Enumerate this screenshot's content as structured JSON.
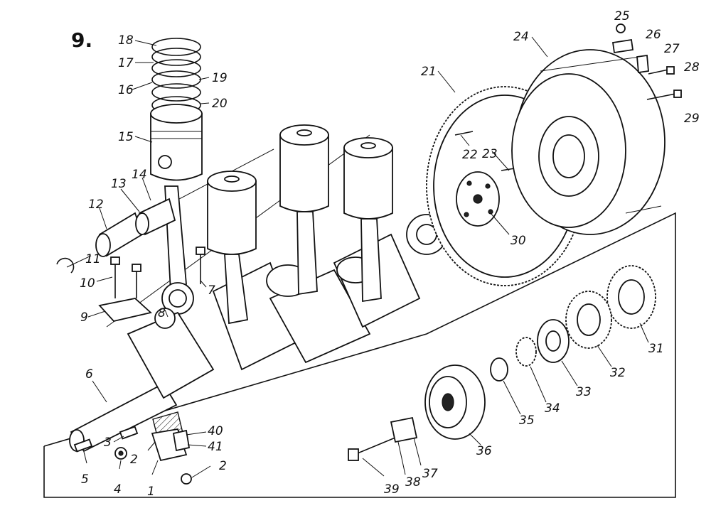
{
  "figure": {
    "number": "9."
  },
  "callouts": [
    {
      "n": "1"
    },
    {
      "n": "2"
    },
    {
      "n": "2"
    },
    {
      "n": "3"
    },
    {
      "n": "4"
    },
    {
      "n": "5"
    },
    {
      "n": "6"
    },
    {
      "n": "7"
    },
    {
      "n": "8"
    },
    {
      "n": "9"
    },
    {
      "n": "10"
    },
    {
      "n": "11"
    },
    {
      "n": "12"
    },
    {
      "n": "13"
    },
    {
      "n": "14"
    },
    {
      "n": "15"
    },
    {
      "n": "16"
    },
    {
      "n": "17"
    },
    {
      "n": "18"
    },
    {
      "n": "19"
    },
    {
      "n": "20"
    },
    {
      "n": "21"
    },
    {
      "n": "22"
    },
    {
      "n": "23"
    },
    {
      "n": "24"
    },
    {
      "n": "25"
    },
    {
      "n": "26"
    },
    {
      "n": "27"
    },
    {
      "n": "28"
    },
    {
      "n": "29"
    },
    {
      "n": "30"
    },
    {
      "n": "31"
    },
    {
      "n": "32"
    },
    {
      "n": "33"
    },
    {
      "n": "34"
    },
    {
      "n": "35"
    },
    {
      "n": "36"
    },
    {
      "n": "37"
    },
    {
      "n": "38"
    },
    {
      "n": "39"
    },
    {
      "n": "40"
    },
    {
      "n": "41"
    }
  ]
}
